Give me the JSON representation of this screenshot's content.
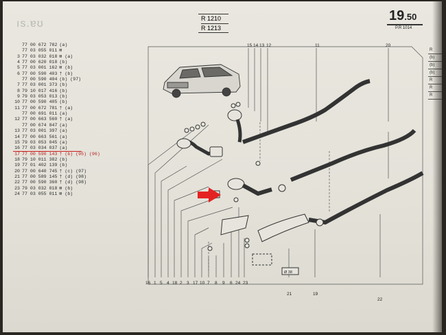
{
  "header": {
    "model_codes": [
      "R 1210",
      "R 1213"
    ],
    "page_number": "19",
    "page_number_decimal": ".50",
    "page_ref": "P.R 1014"
  },
  "parts_list": [
    {
      "n": "",
      "ref": "77 00 672 782",
      "mark": "(a)"
    },
    {
      "n": "",
      "ref": "77 03 055 011",
      "mark": "⊠"
    },
    {
      "n": "3",
      "ref": "77 03 032 018",
      "mark": "⊠ (a)"
    },
    {
      "n": "4",
      "ref": "77 00 620 018",
      "mark": "(b)"
    },
    {
      "n": "5",
      "ref": "77 03 001 162",
      "mark": "⊠ (b)"
    },
    {
      "n": "6",
      "ref": "77 00 590 403",
      "mark": "† (b)"
    },
    {
      "n": "",
      "ref": "77 00 590 404",
      "mark": "(b) (97)"
    },
    {
      "n": "7",
      "ref": "77 03 001 373",
      "mark": "(b)"
    },
    {
      "n": "8",
      "ref": "79 10 017 416",
      "mark": "(b)"
    },
    {
      "n": "9",
      "ref": "79 03 053 013",
      "mark": "(b)"
    },
    {
      "n": "10",
      "ref": "77 00 590 405",
      "mark": "(b)"
    },
    {
      "n": "11",
      "ref": "77 00 672 781",
      "mark": "† (a)"
    },
    {
      "n": "",
      "ref": "77 00 691 011",
      "mark": "(a)"
    },
    {
      "n": "12",
      "ref": "77 00 663 560",
      "mark": "† (a)"
    },
    {
      "n": "",
      "ref": "77 00 674 847",
      "mark": "(a)"
    },
    {
      "n": "13",
      "ref": "77 03 001 397",
      "mark": "(a)"
    },
    {
      "n": "14",
      "ref": "77 00 663 561",
      "mark": "(a)"
    },
    {
      "n": "15",
      "ref": "79 03 053 045",
      "mark": "(a)"
    },
    {
      "n": "16",
      "ref": "77 03 034 037",
      "mark": "(a)"
    },
    {
      "n": "17",
      "ref": "77 00 590 143",
      "mark": "† (b) (95) (96)"
    },
    {
      "n": "18",
      "ref": "79 10 011 382",
      "mark": "(b)"
    },
    {
      "n": "19",
      "ref": "77 01 402 139",
      "mark": "(b)"
    },
    {
      "n": "20",
      "ref": "77 00 640 745",
      "mark": "† (c) (97)"
    },
    {
      "n": "21",
      "ref": "77 00 589 145",
      "mark": "† (d) (98)"
    },
    {
      "n": "22",
      "ref": "77 00 590 360",
      "mark": "† (d) (98)"
    },
    {
      "n": "23",
      "ref": "79 03 032 018",
      "mark": "⊠ (b)"
    },
    {
      "n": "24",
      "ref": "77 03 055 011",
      "mark": "⊠ (b)"
    }
  ],
  "right_column": [
    "R",
    "(b)",
    "(b)",
    "(b)",
    "R",
    "R",
    "R"
  ],
  "diagram": {
    "top_labels": [
      "15",
      "14",
      "13",
      "12",
      "11",
      "20"
    ],
    "bottom_labels": [
      "16",
      "1",
      "5",
      "4",
      "18",
      "2",
      "3",
      "17",
      "10",
      "7",
      "8",
      "9",
      "6",
      "24",
      "23",
      "21",
      "19",
      "22"
    ],
    "pipe_diameter_label": "Ø 38",
    "arrow_color": "#e52222",
    "highlight_color": "#c22"
  }
}
